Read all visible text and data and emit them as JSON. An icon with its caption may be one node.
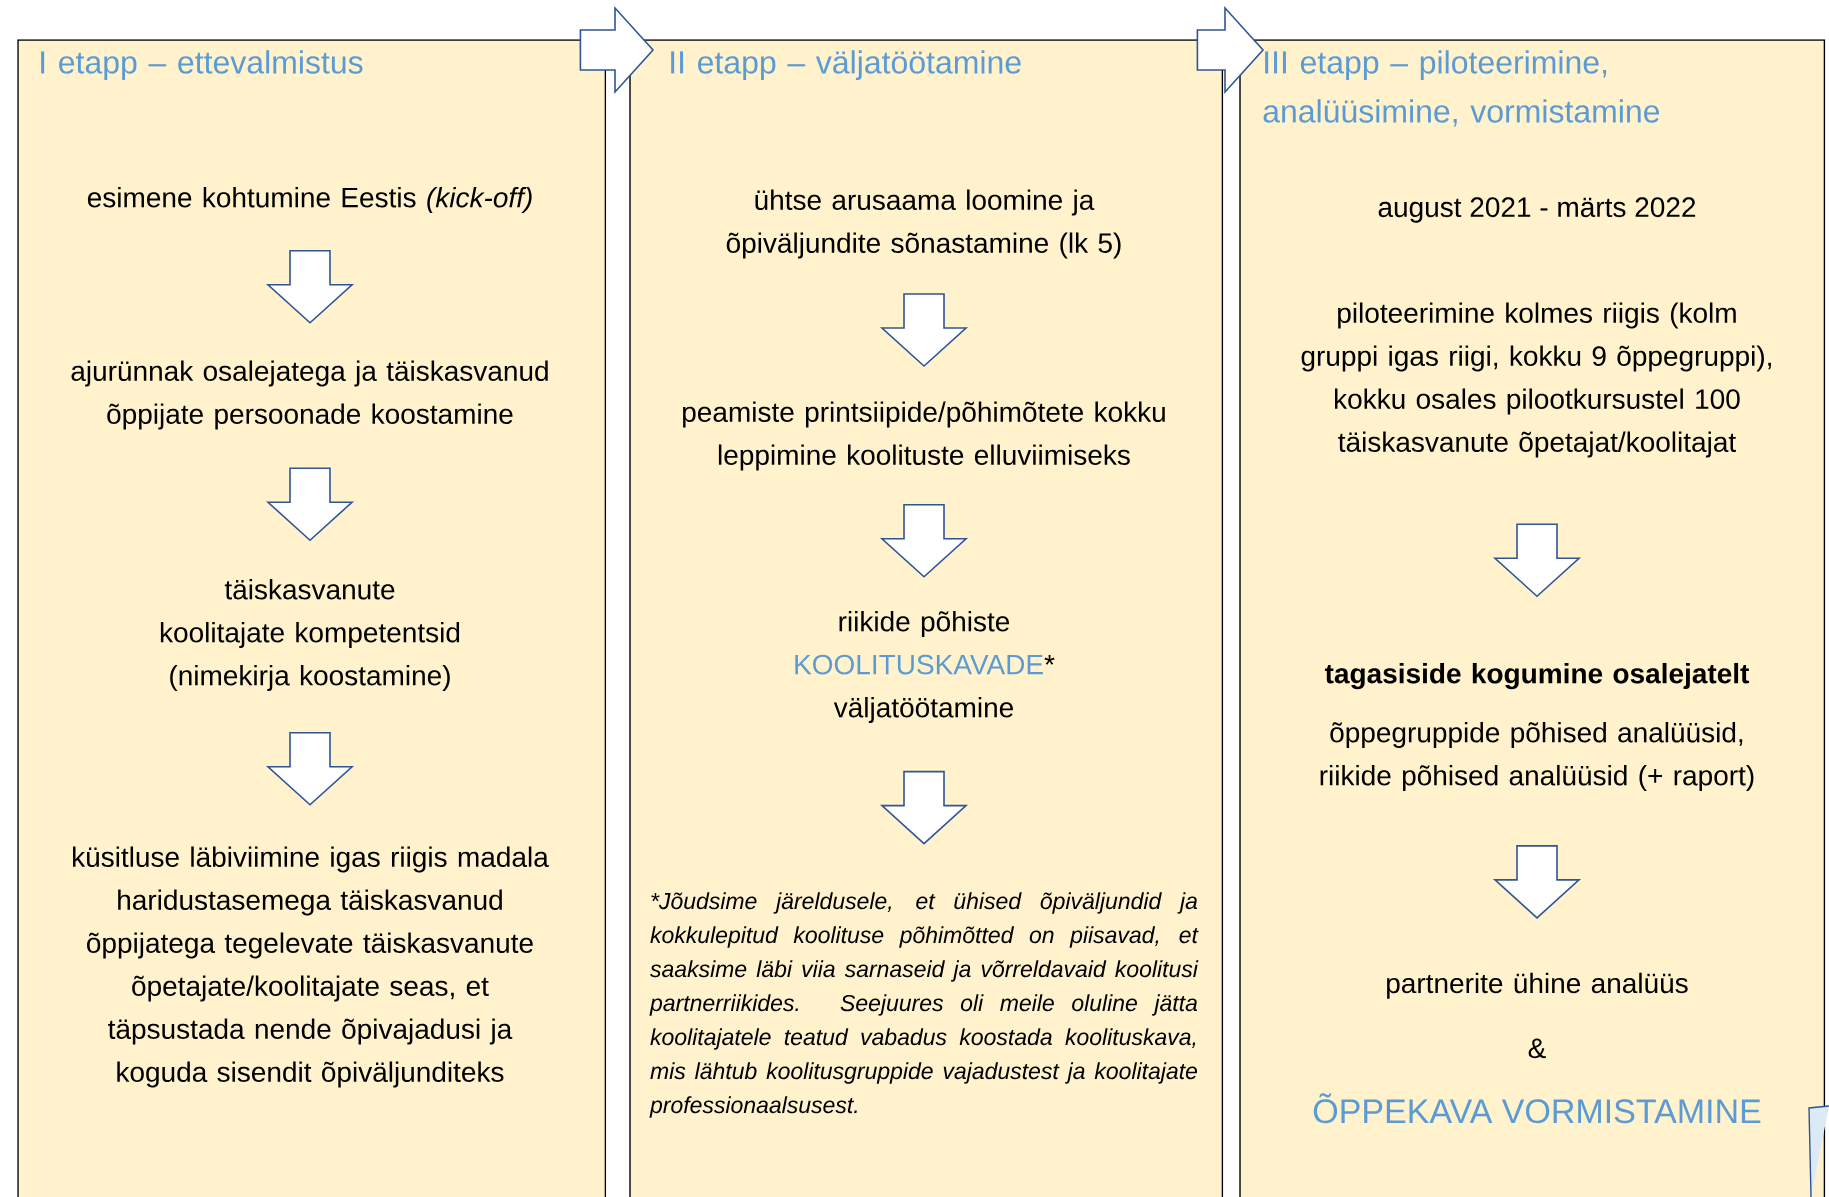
{
  "diagram": {
    "nodes": [
      {
        "text": [
          "I etapp – ettevalmistus"
        ]
      },
      {
        "text": [
          "esimene kohtumine Eestis *(kick-off)*"
        ],
        "in": 0
      },
      {
        "text": [
          "ajurünnak osalejatega ja täiskasvanud õppijate persoonade koostamine"
        ],
        "in": 0
      },
      {
        "text": [
          "täiskasvanute koolitajate kompetentsid (nimekirja koostamine)"
        ],
        "in": 0
      },
      {
        "text": [
          "küsitluse läbiviimine igas riigis madala haridustasemega täiskasvanud õppijatega tegelevate täiskasvanute õpetajate/koolitajate seas, et täpsustada nende õpivajadusi ja koguda sisendit õpiväljunditeks"
        ],
        "in": 0
      },
      {
        "text": [
          "II etapp – väljatöötamine"
        ]
      },
      {
        "text": [
          "ühtse arusaama loomine ja õpiväljundite sõnastamine (lk 5)"
        ],
        "in": 5
      },
      {
        "text": [
          "peamiste printsiipide/põhimõtete kokku leppimine koolituste elluviimiseks"
        ],
        "in": 5
      },
      {
        "text": [
          "riikide põhiste",
          "KOOLITUSKAVADE",
          "*",
          "väljatöötamine"
        ],
        "in": 5
      },
      {
        "text": [
          "*Jõudsime järeldusele, et ühised õpiväljundid ja kokkulepitud koolituse põhimõtted on piisavad, et saaksime läbi viia sarnaseid ja võrreldavaid koolitusi partnerriikides. Seejuures oli meile oluline jätta koolitajatele teatud vabadus koostada koolituskava, mis lähtub koolitusgruppide vajadustest ja koolitajate professionaalsusest."
        ],
        "in": 5
      },
      {
        "text": [
          "III etapp – piloteerimine, analüüsimine, vormistamine"
        ]
      },
      {
        "text": [
          "piloteerimine kolmes riigis (kolm gruppi igas riigi, kokku 9 õppegruppi), kokku osales pilootkursustel 100 täiskasvanute õpetajat/koolitajat"
        ],
        "in": 10
      },
      {
        "text": [
          "tagasiside kogumine osalejatelt",
          "õppegruppide põhised analüüsid, riikide põhised analüüsid (+ raport)"
        ],
        "in": 10
      },
      {
        "text": [
          "partnerite ühine analüüs",
          "&",
          "ÕPPEKAVA VORMISTAMINE"
        ],
        "in": 10
      }
    ],
    "edges": [
      {
        "from": 0,
        "to": 5,
        "arrow": "to"
      },
      {
        "from": 5,
        "to": 10,
        "arrow": "to"
      },
      {
        "from": 1,
        "to": 2,
        "arrow": "to"
      },
      {
        "from": 2,
        "to": 3,
        "arrow": "to"
      },
      {
        "from": 3,
        "to": 4,
        "arrow": "to"
      },
      {
        "from": 6,
        "to": 7,
        "arrow": "to"
      },
      {
        "from": 7,
        "to": 8,
        "arrow": "to"
      },
      {
        "from": 8,
        "to": 9,
        "arrow": "to"
      },
      {
        "from": 11,
        "to": 12,
        "arrow": "to"
      },
      {
        "from": 12,
        "to": 13,
        "arrow": "to"
      }
    ],
    "labels": [
      "august 2021 - märts 2022"
    ]
  }
}
